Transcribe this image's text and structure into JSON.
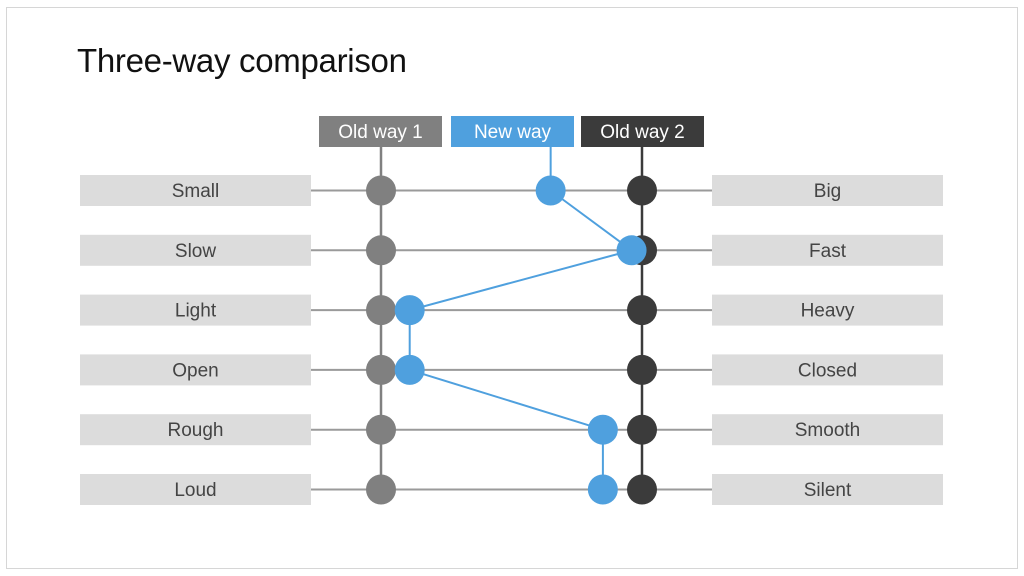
{
  "title": "Three-way comparison",
  "columns": [
    {
      "label": "Old way 1",
      "color": "#808080"
    },
    {
      "label": "New way",
      "color": "#4fa0de"
    },
    {
      "label": "Old way 2",
      "color": "#3b3b3b"
    }
  ],
  "rows": [
    {
      "left": "Small",
      "right": "Big"
    },
    {
      "left": "Slow",
      "right": "Fast"
    },
    {
      "left": "Light",
      "right": "Heavy"
    },
    {
      "left": "Open",
      "right": "Closed"
    },
    {
      "left": "Rough",
      "right": "Smooth"
    },
    {
      "left": "Loud",
      "right": "Silent"
    }
  ],
  "new_way_positions": [
    0.65,
    0.96,
    0.11,
    0.11,
    0.85,
    0.85
  ],
  "colors": {
    "label_bg": "#dcdcdc",
    "label_text": "#444444",
    "row_line": "#9a9a9a",
    "header_text": "#ffffff"
  }
}
